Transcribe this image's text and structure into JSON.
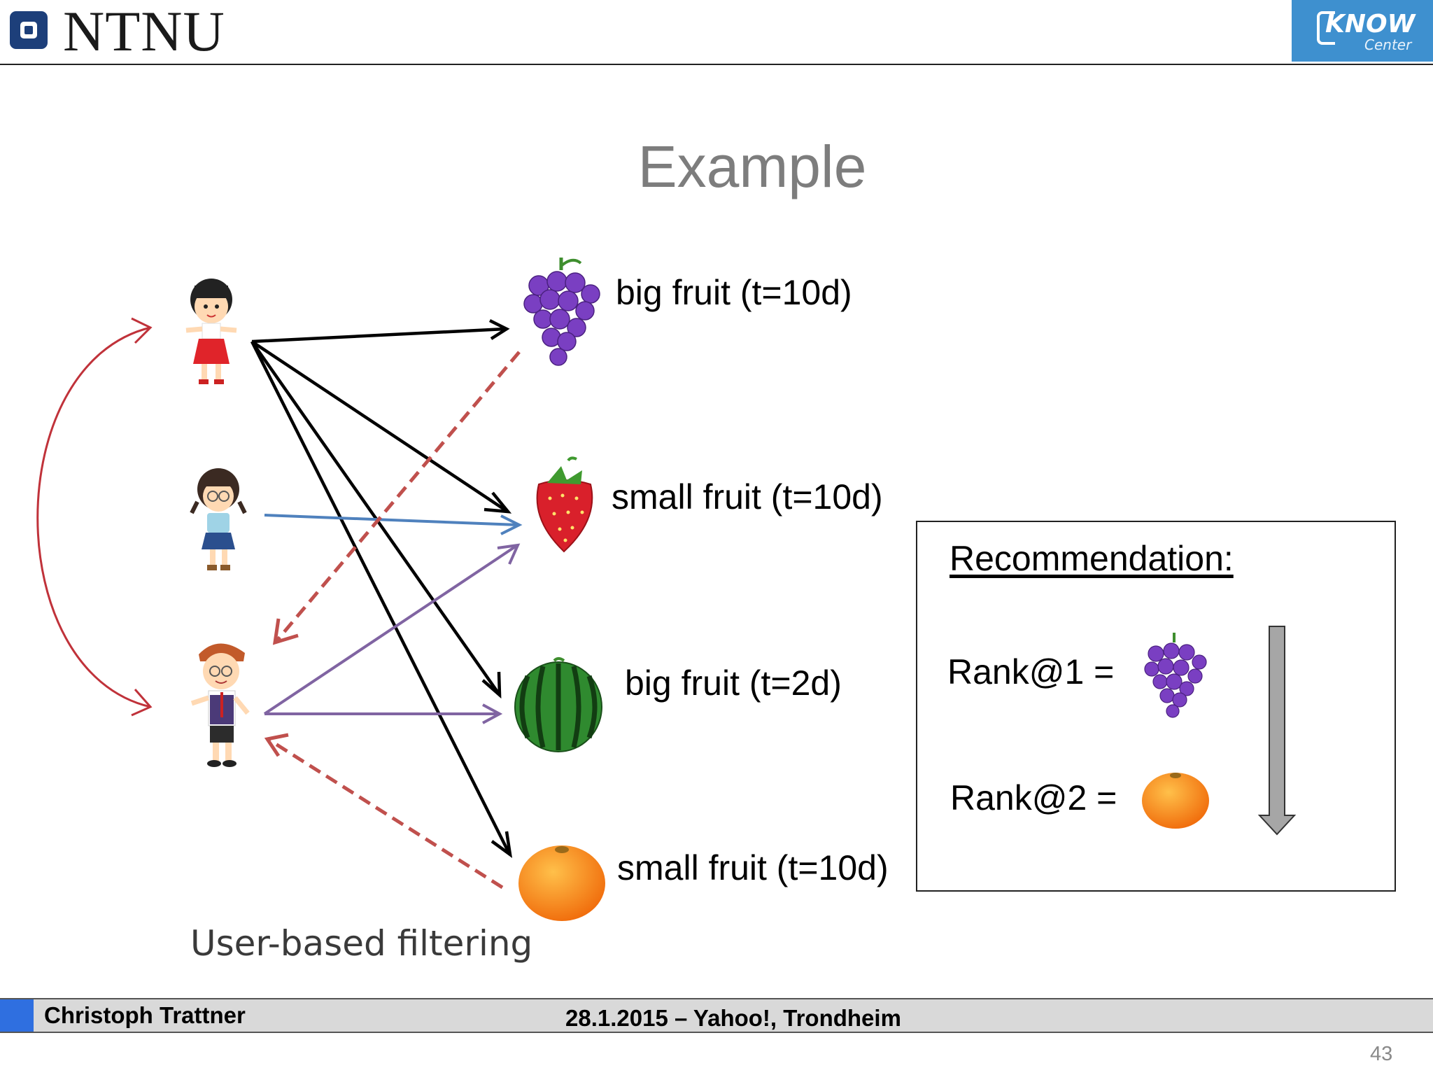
{
  "header": {
    "org_name": "NTNU",
    "partner_logo": {
      "word": "KNOW",
      "sub": "Center",
      "color": "#3e90cf"
    }
  },
  "slide": {
    "title": "Example",
    "caption": "User-based filtering"
  },
  "users": [
    {
      "name": "girl-red-skirt-icon"
    },
    {
      "name": "girl-glasses-icon"
    },
    {
      "name": "old-man-icon"
    }
  ],
  "items": [
    {
      "icon": "grapes-icon",
      "label": "big fruit (t=10d)"
    },
    {
      "icon": "strawberry-icon",
      "label": "small fruit (t=10d)"
    },
    {
      "icon": "watermelon-icon",
      "label": "big fruit (t=2d)"
    },
    {
      "icon": "orange-icon",
      "label": "small fruit (t=10d)"
    }
  ],
  "edge_colors": {
    "user1": "#000000",
    "user2": "#4f81bd",
    "user3": "#8064a2",
    "recommendation": "#c0504d",
    "similarity": "#c0323a"
  },
  "recommendation": {
    "heading": "Recommendation:",
    "ranks": [
      {
        "label": "Rank@1 =",
        "icon": "grapes-icon"
      },
      {
        "label": "Rank@2 =",
        "icon": "orange-icon"
      }
    ]
  },
  "footer": {
    "author": "Christoph Trattner",
    "event": "28.1.2015 – Yahoo!, Trondheim",
    "page": "43"
  }
}
